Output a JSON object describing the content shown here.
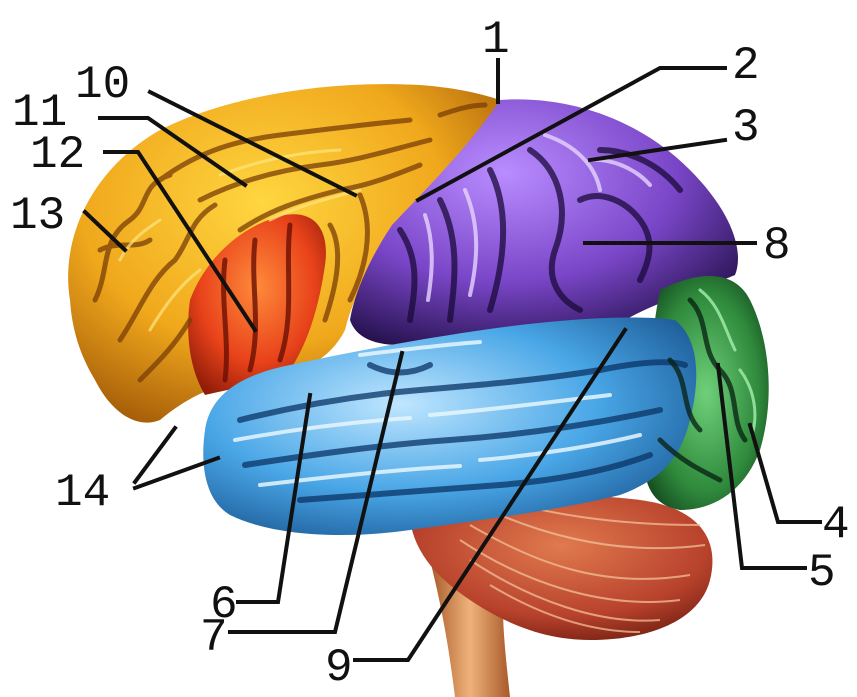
{
  "labels": {
    "n1": "1",
    "n2": "2",
    "n3": "3",
    "n4": "4",
    "n5": "5",
    "n6": "6",
    "n7": "7",
    "n8": "8",
    "n9": "9",
    "n10": "10",
    "n11": "11",
    "n12": "12",
    "n13": "13",
    "n14": "14"
  },
  "colors": {
    "frontal": "#f0a81c",
    "prefrontal_motor": "#e8421a",
    "parietal": "#7a46c8",
    "temporal": "#49a6e6",
    "occipital": "#2f8a3c",
    "cerebellum": "#b8422c",
    "brainstem": "#d9925c"
  }
}
